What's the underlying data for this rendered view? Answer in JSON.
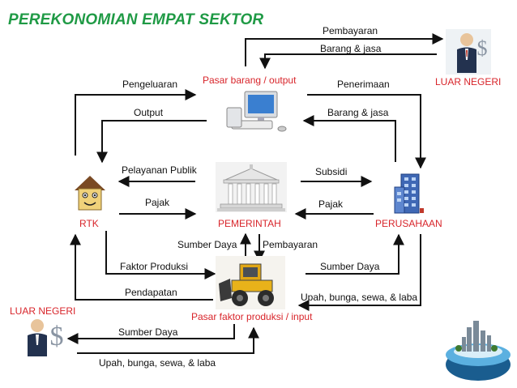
{
  "title": "PEREKONOMIAN EMPAT SEKTOR",
  "nodes": {
    "pasar_barang": "Pasar barang / output",
    "luar_negeri_top": "LUAR NEGERI",
    "rtk": "RTK",
    "pemerintah": "PEMERINTAH",
    "perusahaan": "PERUSAHAAN",
    "pasar_faktor": "Pasar faktor produksi / input",
    "luar_negeri_bottom": "LUAR NEGERI"
  },
  "flows": {
    "pembayaran_top": "Pembayaran",
    "barang_jasa_top": "Barang & jasa",
    "pengeluaran": "Pengeluaran",
    "output": "Output",
    "penerimaan": "Penerimaan",
    "barang_jasa_right": "Barang & jasa",
    "pelayanan_publik": "Pelayanan Publik",
    "subsidi": "Subsidi",
    "pajak_left": "Pajak",
    "pajak_right": "Pajak",
    "sumber_daya_center": "Sumber Daya",
    "pembayaran_center": "Pembayaran",
    "faktor_produksi": "Faktor Produksi",
    "sumber_daya_right": "Sumber Daya",
    "pendapatan": "Pendapatan",
    "upah_right": "Upah, bunga, sewa, & laba",
    "sumber_daya_bottom": "Sumber Daya",
    "upah_bottom": "Upah, bunga, sewa, & laba"
  },
  "colors": {
    "title": "#1f9a45",
    "node_label": "#d8242a",
    "line": "#111111"
  }
}
